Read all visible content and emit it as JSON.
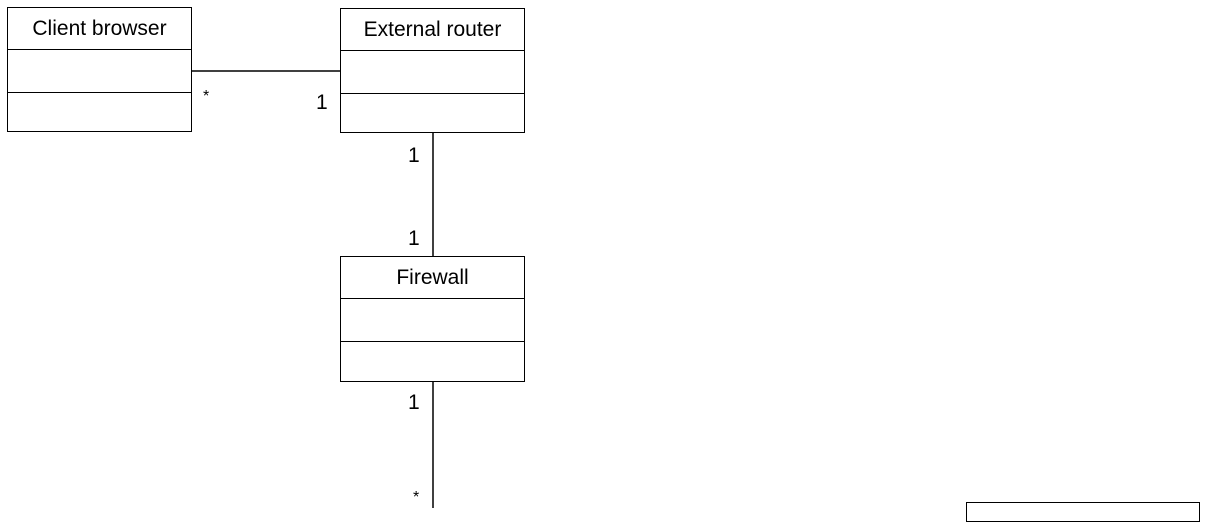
{
  "classes": {
    "client_browser": {
      "name": "Client browser"
    },
    "external_router": {
      "name": "External router"
    },
    "firewall": {
      "name": "Firewall"
    }
  },
  "associations": {
    "client_router": {
      "client_end": "*",
      "router_end": "1"
    },
    "router_firewall": {
      "router_end": "1",
      "firewall_end": "1"
    },
    "firewall_down": {
      "firewall_end": "1",
      "far_end": "*"
    }
  }
}
